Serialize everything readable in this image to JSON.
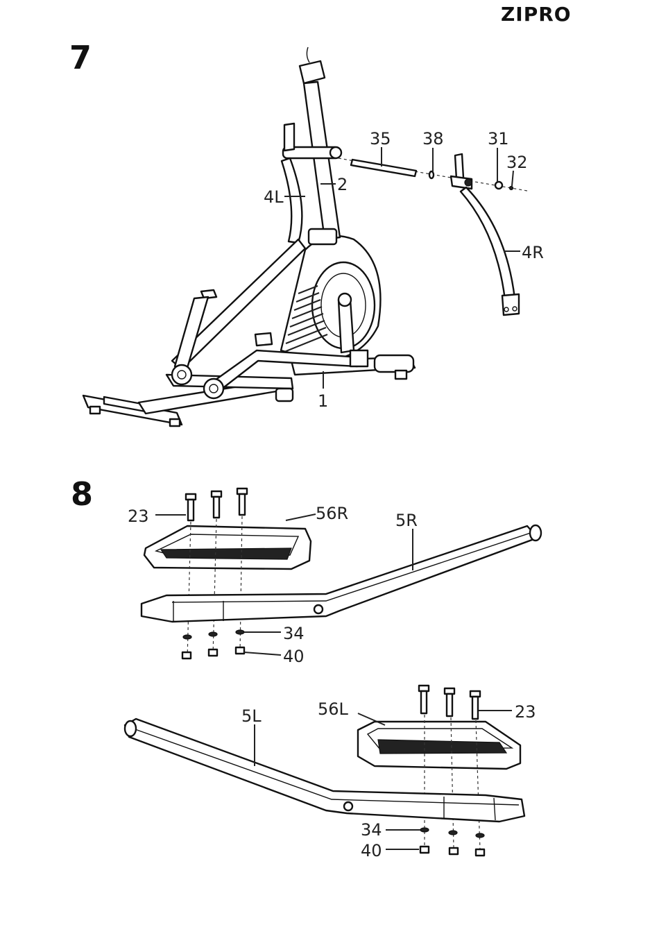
{
  "brand": "ZIPRO",
  "steps": {
    "step7": "7",
    "step8": "8"
  },
  "labels": {
    "p35": "35",
    "p38": "38",
    "p31": "31",
    "p32": "32",
    "p2": "2",
    "p4L": "4L",
    "p4R": "4R",
    "p1": "1",
    "p23a": "23",
    "p56R": "56R",
    "p5R": "5R",
    "p34a": "34",
    "p40a": "40",
    "p5L": "5L",
    "p56L": "56L",
    "p23b": "23",
    "p34b": "34",
    "p40b": "40"
  }
}
